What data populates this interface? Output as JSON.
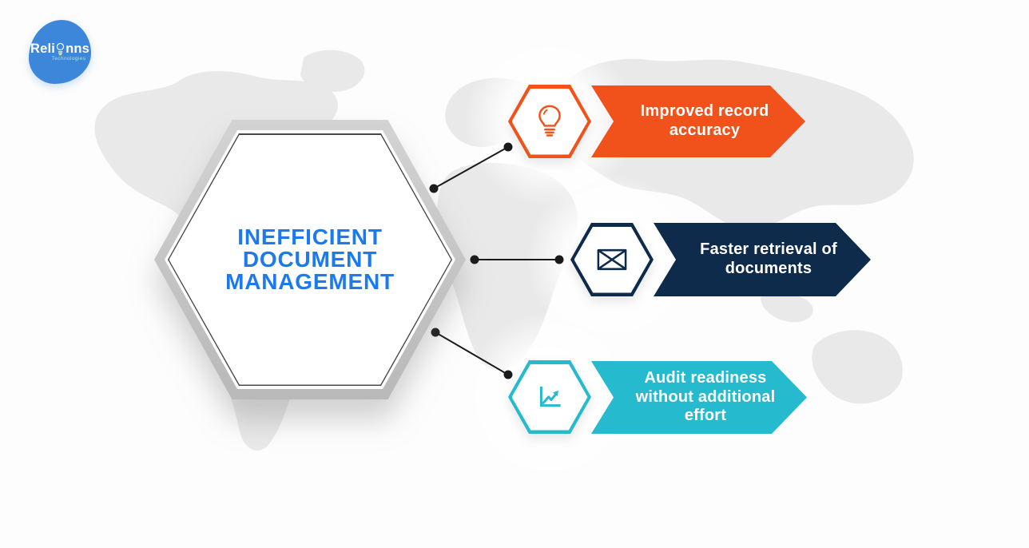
{
  "page": {
    "background_color": "#fdfdfd",
    "map_color": "#e9e9e9",
    "description": "Infographic: central hexagon linked to three benefit banners over a faint world map"
  },
  "logo": {
    "name_left": "Reli",
    "name_right": "nns",
    "subtitle": "Technologies",
    "bulb_icon": "lightbulb-icon",
    "bg_color": "#3d87db"
  },
  "center": {
    "title_lines": [
      "INEFFICIENT",
      "DOCUMENT",
      "MANAGEMENT"
    ],
    "text_color": "#1c79ee",
    "frame_color": "#c6c6c6"
  },
  "items": [
    {
      "label": "Improved record accuracy",
      "icon": "lightbulb-icon",
      "color": "#f1511b"
    },
    {
      "label": "Faster retrieval of documents",
      "icon": "envelope-icon",
      "color": "#0e2b4c"
    },
    {
      "label": "Audit readiness without additional effort",
      "icon": "chart-growth-icon",
      "color": "#25bace"
    }
  ]
}
